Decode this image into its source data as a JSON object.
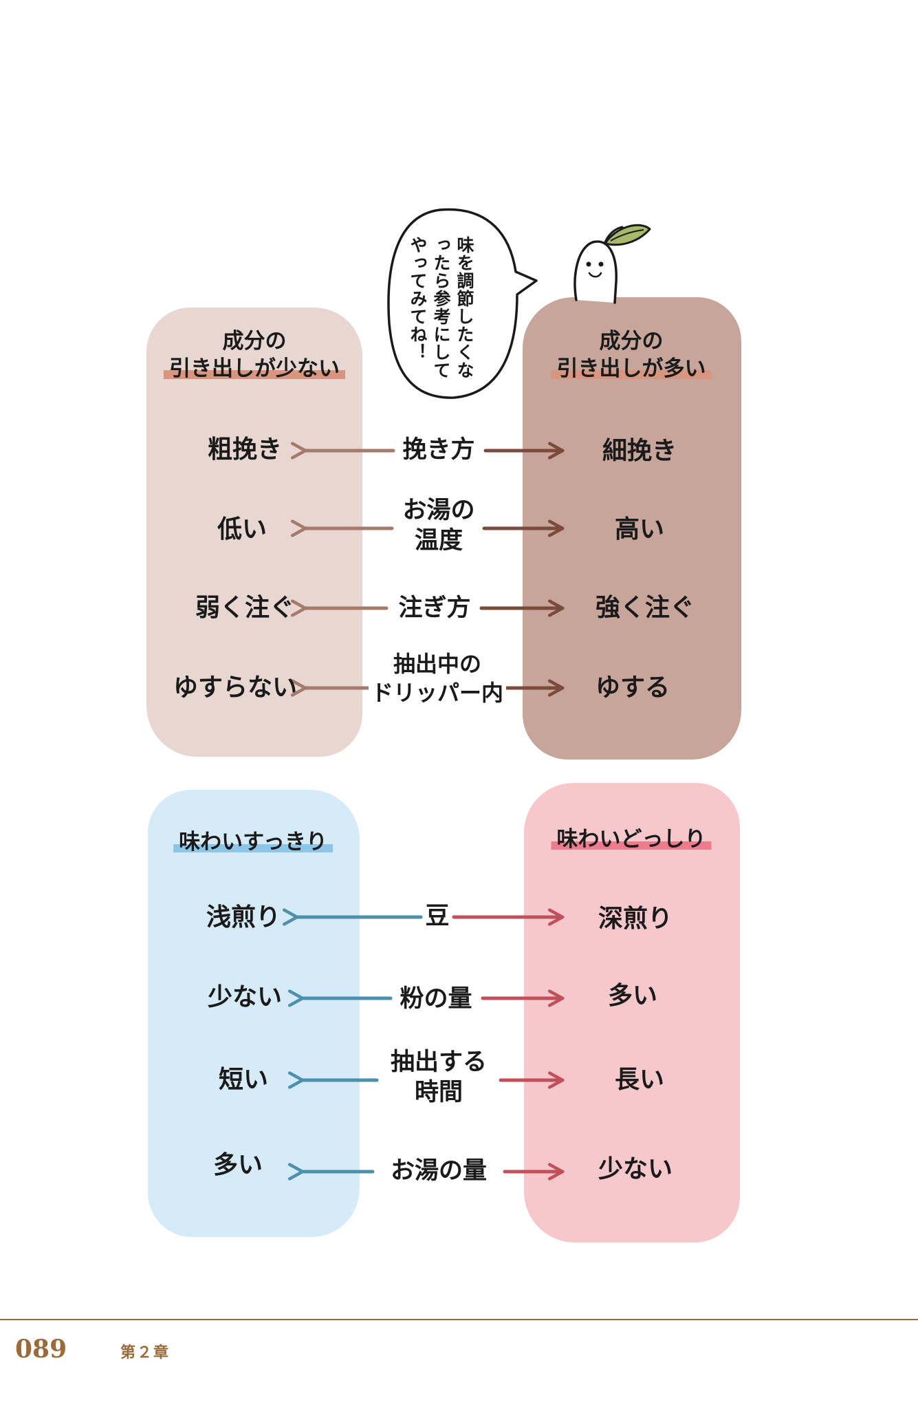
{
  "speech_bubble": {
    "text": "味を調節したくなったら参考にしてやってみてね！"
  },
  "section1": {
    "left_heading": [
      "成分の",
      "引き出しが少ない"
    ],
    "right_heading": [
      "成分の",
      "引き出しが多い"
    ],
    "rows": [
      {
        "left": "粗挽き",
        "middle": [
          "挽き方"
        ],
        "right": "細挽き"
      },
      {
        "left": "低い",
        "middle": [
          "お湯の",
          "温度"
        ],
        "right": "高い"
      },
      {
        "left": "弱く注ぐ",
        "middle": [
          "注ぎ方"
        ],
        "right": "強く注ぐ"
      },
      {
        "left": "ゆすらない",
        "middle": [
          "抽出中の",
          "ドリッパー内"
        ],
        "right": "ゆする"
      }
    ]
  },
  "section2": {
    "left_heading": "味わいすっきり",
    "right_heading": "味わいどっしり",
    "rows": [
      {
        "left": "浅煎り",
        "middle": [
          "豆"
        ],
        "right": "深煎り"
      },
      {
        "left": "少ない",
        "middle": [
          "粉の量"
        ],
        "right": "多い"
      },
      {
        "left": "短い",
        "middle": [
          "抽出する",
          "時間"
        ],
        "right": "長い"
      },
      {
        "left": "多い",
        "middle": [
          "お湯の量"
        ],
        "right": "少ない"
      }
    ]
  },
  "footer": {
    "page_number": "089",
    "chapter": "第２章"
  },
  "colors": {
    "panel_light_brown": "#e8d6d0",
    "panel_dark_brown": "#c8a59a",
    "panel_blue": "#d5ebf8",
    "panel_pink": "#f6c8cb",
    "arrow_brown_left": "#a67a6a",
    "arrow_brown_right": "#7a4a3a",
    "arrow_blue": "#4f8fae",
    "arrow_red": "#c0505a",
    "footer_brown": "#9a6a3a"
  }
}
